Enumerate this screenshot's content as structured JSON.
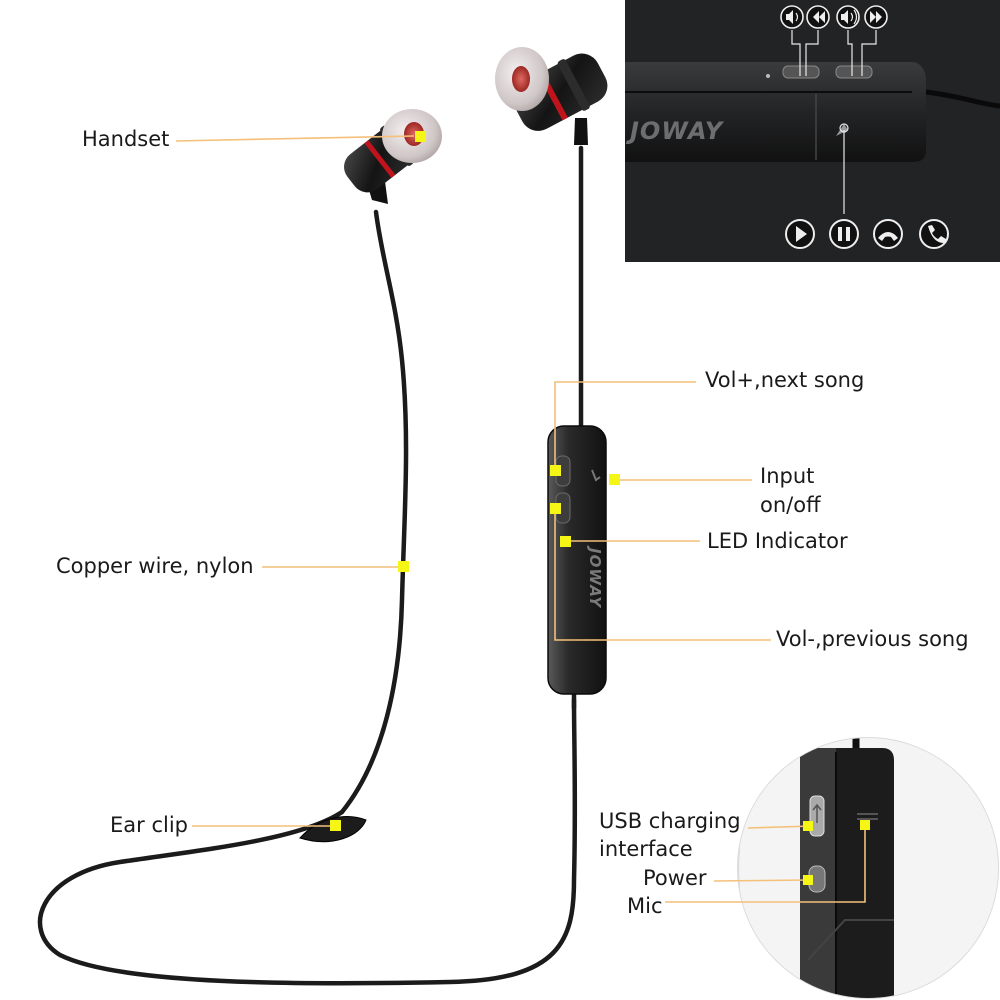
{
  "labels": {
    "handset": "Handset",
    "copper_wire": "Copper wire, nylon",
    "ear_clip": "Ear clip",
    "vol_plus": "Vol+,next song",
    "input_onoff": "Input\non/off",
    "led_indicator": "LED Indicator",
    "vol_minus": "Vol-,previous song",
    "usb_charging": "USB charging\ninterface",
    "power": "Power",
    "mic": "Mic"
  },
  "brand": {
    "inset_logo": "JOWAY",
    "remote_logo": "JOWAY"
  },
  "colors": {
    "marker": "#f5f516",
    "leader_line": "#f4c07a",
    "inset_background": "#222325",
    "cable": "#1b1b1b",
    "accent_red": "#c0141c"
  },
  "inset_icons": {
    "top_row": [
      "volume-down-icon",
      "rewind-icon",
      "volume-up-icon",
      "fast-forward-icon"
    ],
    "bottom_row": [
      "play-icon",
      "pause-icon",
      "hang-up-icon",
      "phone-icon"
    ]
  }
}
